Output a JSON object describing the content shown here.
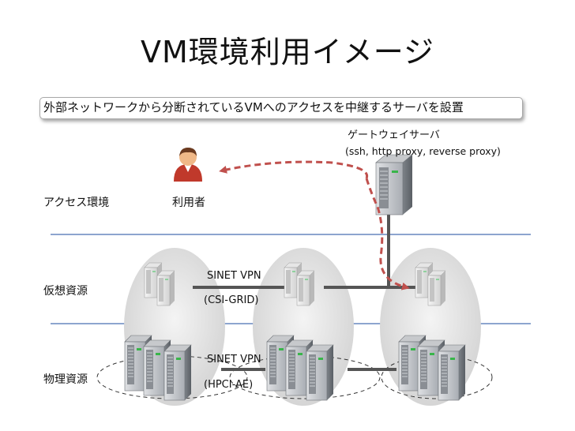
{
  "title": "VM環境利用イメージ",
  "subtitle": "外部ネットワークから分断されているVMへのアクセスを中継するサーバを設置",
  "gateway": {
    "label": "ゲートウェイサーバ",
    "details": "(ssh, http proxy, reverse proxy)"
  },
  "user_label": "利用者",
  "layers": {
    "access": "アクセス環境",
    "virtual": "仮想資源",
    "physical": "物理資源"
  },
  "networks": {
    "virtual_name": "SINET VPN",
    "virtual_sub": "(CSI-GRID)",
    "physical_name": "SINET VPN",
    "physical_sub": "(HPCI-AE)"
  },
  "colors": {
    "divider": "#8da5cf",
    "link": "#555555",
    "arrow": "#c0504d",
    "user_shirt": "#c0392b"
  }
}
